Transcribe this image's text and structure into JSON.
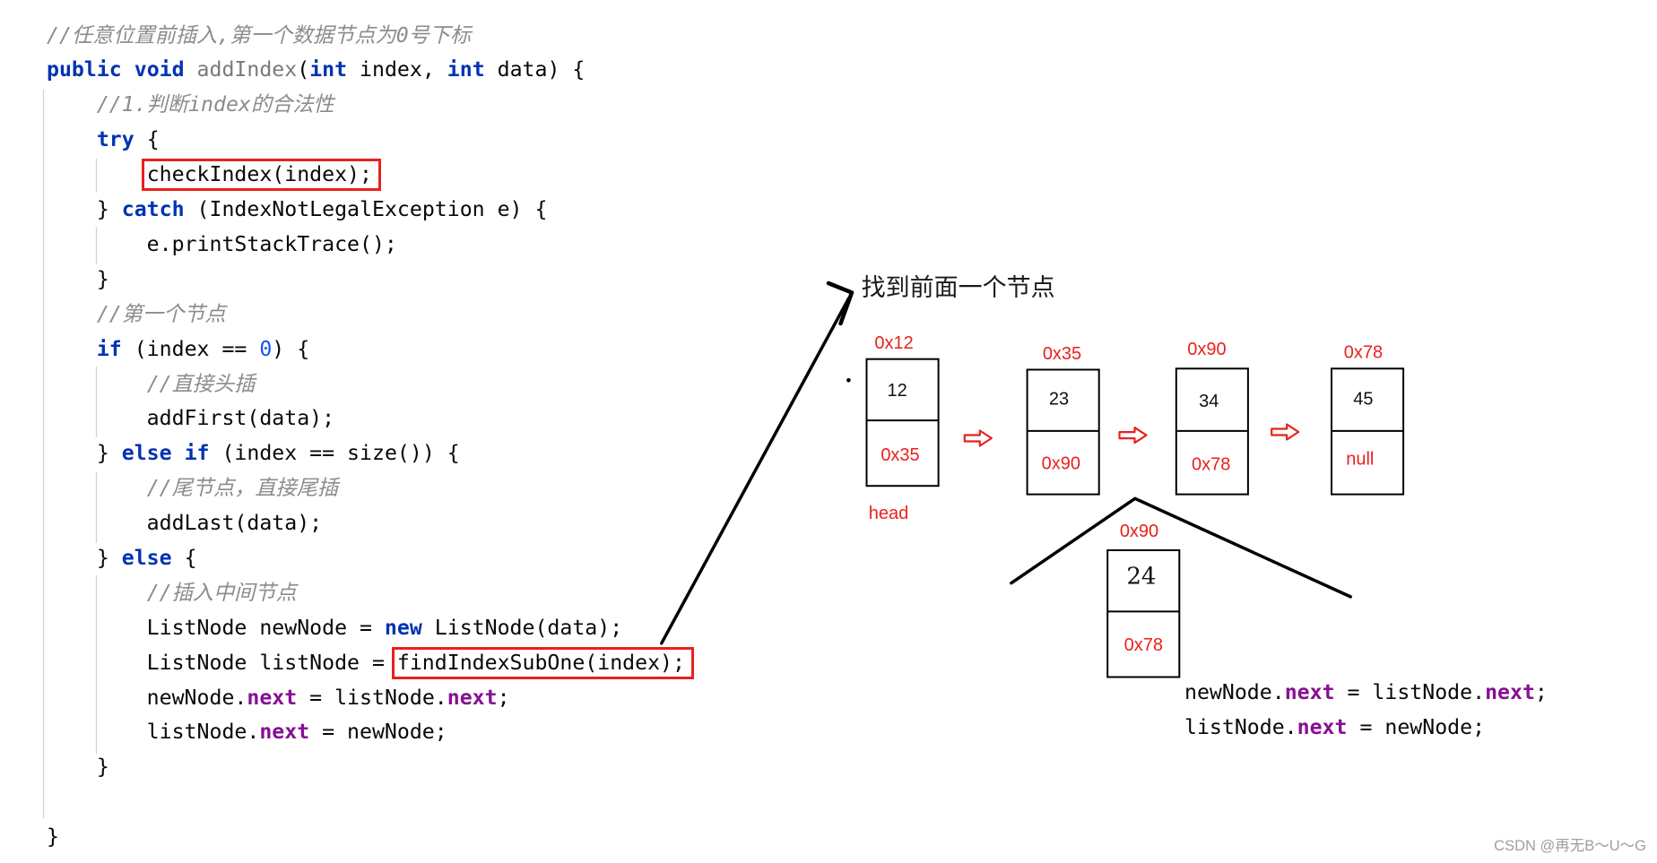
{
  "colors": {
    "keyword": "#0033b3",
    "comment": "#8c8c8c",
    "number": "#1750eb",
    "field": "#871094",
    "method_declaration": "#7a7a7a",
    "annotation_red": "#e8211d"
  },
  "code": {
    "lines": [
      [
        {
          "type": "comment",
          "text": "//任意位置前插入,第一个数据节点为0号下标"
        }
      ],
      [
        {
          "type": "keyword",
          "text": "public"
        },
        {
          "type": "plain",
          "text": " "
        },
        {
          "type": "keyword",
          "text": "void"
        },
        {
          "type": "plain",
          "text": " "
        },
        {
          "type": "method",
          "text": "addIndex"
        },
        {
          "type": "plain",
          "text": "("
        },
        {
          "type": "keyword",
          "text": "int"
        },
        {
          "type": "plain",
          "text": " index, "
        },
        {
          "type": "keyword",
          "text": "int"
        },
        {
          "type": "plain",
          "text": " data) {"
        }
      ],
      [
        {
          "type": "plain",
          "text": "    "
        },
        {
          "type": "comment",
          "text": "//1.判断index的合法性"
        }
      ],
      [
        {
          "type": "plain",
          "text": "    "
        },
        {
          "type": "keyword",
          "text": "try"
        },
        {
          "type": "plain",
          "text": " {"
        }
      ],
      [
        {
          "type": "plain",
          "text": "        "
        },
        {
          "type": "plain",
          "text": "checkIndex(index);",
          "highlighted": true
        }
      ],
      [
        {
          "type": "plain",
          "text": "    } "
        },
        {
          "type": "keyword",
          "text": "catch"
        },
        {
          "type": "plain",
          "text": " (IndexNotLegalException e) {"
        }
      ],
      [
        {
          "type": "plain",
          "text": "        e.printStackTrace();"
        }
      ],
      [
        {
          "type": "plain",
          "text": "    }"
        }
      ],
      [
        {
          "type": "plain",
          "text": "    "
        },
        {
          "type": "comment",
          "text": "//第一个节点"
        }
      ],
      [
        {
          "type": "plain",
          "text": "    "
        },
        {
          "type": "keyword",
          "text": "if"
        },
        {
          "type": "plain",
          "text": " (index == "
        },
        {
          "type": "number",
          "text": "0"
        },
        {
          "type": "plain",
          "text": ") {"
        }
      ],
      [
        {
          "type": "plain",
          "text": "        "
        },
        {
          "type": "comment",
          "text": "//直接头插"
        }
      ],
      [
        {
          "type": "plain",
          "text": "        addFirst(data);"
        }
      ],
      [
        {
          "type": "plain",
          "text": "    } "
        },
        {
          "type": "keyword",
          "text": "else"
        },
        {
          "type": "plain",
          "text": " "
        },
        {
          "type": "keyword",
          "text": "if"
        },
        {
          "type": "plain",
          "text": " (index == size()) {"
        }
      ],
      [
        {
          "type": "plain",
          "text": "        "
        },
        {
          "type": "comment",
          "text": "//尾节点，直接尾插"
        }
      ],
      [
        {
          "type": "plain",
          "text": "        addLast(data);"
        }
      ],
      [
        {
          "type": "plain",
          "text": "    } "
        },
        {
          "type": "keyword",
          "text": "else"
        },
        {
          "type": "plain",
          "text": " {"
        }
      ],
      [
        {
          "type": "plain",
          "text": "        "
        },
        {
          "type": "comment",
          "text": "//插入中间节点"
        }
      ],
      [
        {
          "type": "plain",
          "text": "        ListNode newNode = "
        },
        {
          "type": "keyword",
          "text": "new"
        },
        {
          "type": "plain",
          "text": " ListNode(data);"
        }
      ],
      [
        {
          "type": "plain",
          "text": "        ListNode listNode = "
        },
        {
          "type": "plain",
          "text": "findIndexSubOne(index);",
          "highlighted": true
        }
      ],
      [
        {
          "type": "plain",
          "text": "        newNode."
        },
        {
          "type": "field",
          "text": "next"
        },
        {
          "type": "plain",
          "text": " = listNode."
        },
        {
          "type": "field",
          "text": "next"
        },
        {
          "type": "plain",
          "text": ";"
        }
      ],
      [
        {
          "type": "plain",
          "text": "        listNode."
        },
        {
          "type": "field",
          "text": "next"
        },
        {
          "type": "plain",
          "text": " = newNode;"
        }
      ],
      [
        {
          "type": "plain",
          "text": "    }"
        }
      ],
      [],
      [
        {
          "type": "plain",
          "text": "}"
        }
      ]
    ]
  },
  "diagram": {
    "pointer_label": "找到前面一个节点",
    "nodes": [
      {
        "address": "0x12",
        "value": "12",
        "next": "0x35",
        "label": "head"
      },
      {
        "address": "0x35",
        "value": "23",
        "next": "0x90"
      },
      {
        "address": "0x90",
        "value": "34",
        "next": "0x78"
      },
      {
        "address": "0x78",
        "value": "45",
        "next": "null"
      }
    ],
    "new_node": {
      "address": "0x90",
      "value": "24",
      "next": "0x78"
    },
    "code_lines": [
      [
        {
          "type": "plain",
          "text": "newNode."
        },
        {
          "type": "field",
          "text": "next"
        },
        {
          "type": "plain",
          "text": " = listNode."
        },
        {
          "type": "field",
          "text": "next"
        },
        {
          "type": "plain",
          "text": ";"
        }
      ],
      [
        {
          "type": "plain",
          "text": "listNode."
        },
        {
          "type": "field",
          "text": "next"
        },
        {
          "type": "plain",
          "text": " = newNode;"
        }
      ]
    ]
  },
  "watermark": "CSDN @再无B～U～G"
}
